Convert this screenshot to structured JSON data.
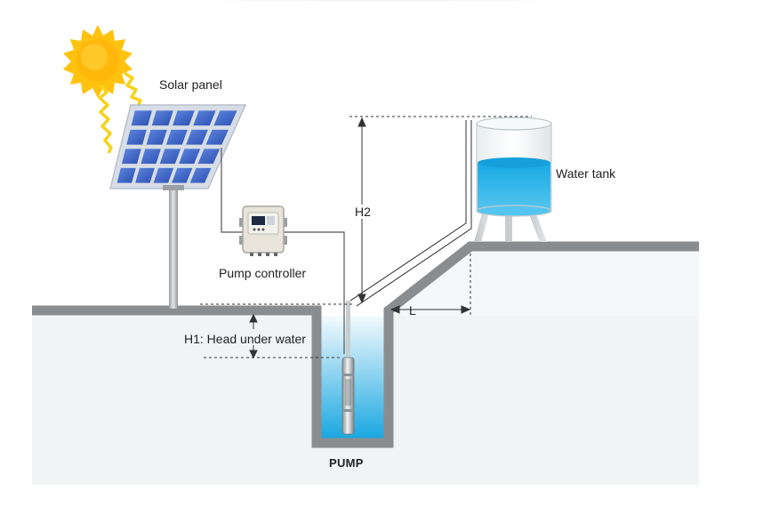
{
  "labels": {
    "solar_panel": "Solar panel",
    "pump_controller": "Pump controller",
    "water_tank": "Water tank",
    "h2": "H2",
    "h1": "H1: Head under water",
    "l": "L",
    "pump": "PUMP"
  },
  "colors": {
    "ground": "#8a8d8f",
    "ground_fill": "#f0f4f5",
    "water_light": "#dff2fb",
    "water_deep": "#1aa7e0",
    "sun": "#ffc20e",
    "sun_ray": "#f7d21a",
    "panel_cell": "#3f67c9",
    "panel_frame": "#d7dde6",
    "dimension_line": "#333333"
  },
  "icons": {
    "sun": "sun-icon",
    "solar_panel": "solar-panel-icon",
    "controller": "pump-controller-icon",
    "tank": "water-tank-icon",
    "pump": "submersible-pump-icon"
  }
}
